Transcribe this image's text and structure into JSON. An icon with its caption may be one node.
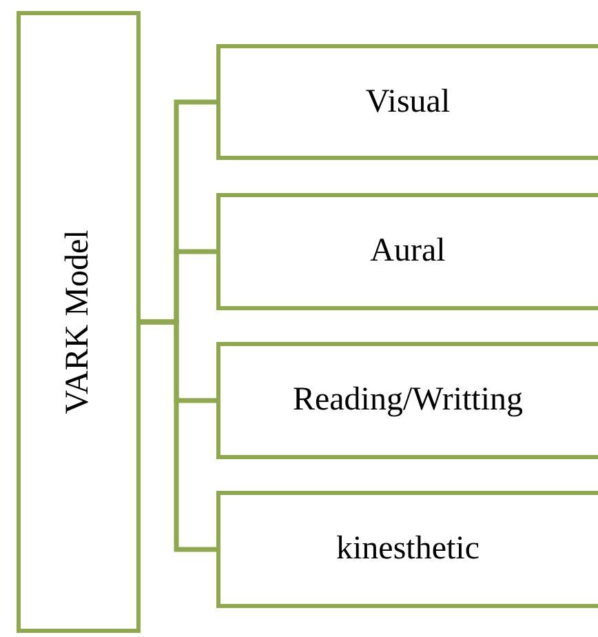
{
  "diagram": {
    "nodes": [
      {
        "text": [
          "VARK Model"
        ]
      },
      {
        "text": [
          "Visual"
        ]
      },
      {
        "text": [
          "Aural"
        ]
      },
      {
        "text": [
          "Reading/Writting"
        ]
      },
      {
        "text": [
          "kinesthetic"
        ]
      }
    ],
    "edges": [
      {
        "from": 0,
        "to": 1,
        "arrow": "none"
      },
      {
        "from": 0,
        "to": 2,
        "arrow": "none"
      },
      {
        "from": 0,
        "to": 3,
        "arrow": "none"
      },
      {
        "from": 0,
        "to": 4,
        "arrow": "none"
      }
    ]
  }
}
